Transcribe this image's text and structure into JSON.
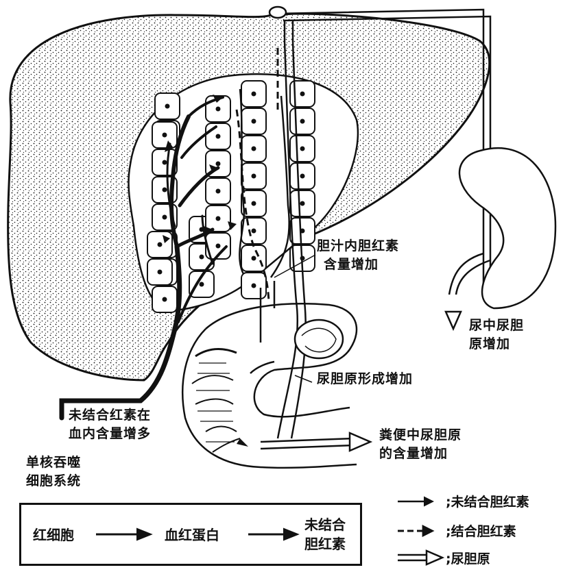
{
  "labels": {
    "bile_bilirubin_line1": "胆汁内胆红素",
    "bile_bilirubin_line2": "含量增加",
    "urine_line1": "尿中尿胆",
    "urine_line2": "原增加",
    "urobilinogen_formation": "尿胆原形成增加",
    "feces_line1": "粪便中尿胆原",
    "feces_line2": "的含量增加",
    "blood_line1": "未结合红素在",
    "blood_line2": "血内含量增多",
    "mono_line1": "单核吞噬",
    "mono_line2": "细胞系统"
  },
  "flow": {
    "step1": "红细胞",
    "step2": "血红蛋白",
    "step3_line1": "未结合",
    "step3_line2": "胆红素"
  },
  "legend": [
    {
      "style": "thin-solid-arrow",
      "text": "未结合胆红素"
    },
    {
      "style": "dashed-arrow",
      "text": "结合胆红素"
    },
    {
      "style": "thick-hollow-arrow",
      "text": "尿胆原"
    }
  ],
  "colors": {
    "ink": "#111111",
    "paper": "#ffffff"
  }
}
